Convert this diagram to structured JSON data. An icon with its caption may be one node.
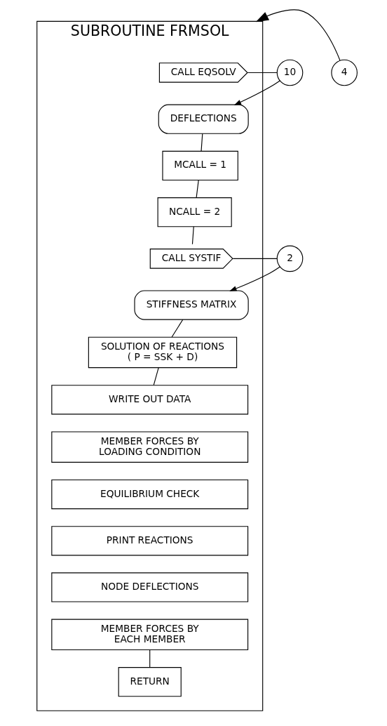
{
  "diagram": {
    "nodes": [
      {
        "text": [
          "SUBROUTINE FRMSOL"
        ]
      },
      {
        "text": [
          "4"
        ]
      },
      {
        "text": [
          "CALL EQSOLV"
        ],
        "in": 0
      },
      {
        "text": [
          "DEFLECTIONS"
        ],
        "in": 0
      },
      {
        "text": [
          "MCALL = 1"
        ],
        "in": 0
      },
      {
        "text": [
          "NCALL = 2"
        ],
        "in": 0
      },
      {
        "text": [
          "CALL SYSTIF"
        ],
        "in": 0
      },
      {
        "text": [
          "STIFFNESS MATRIX"
        ],
        "in": 0
      },
      {
        "text": [
          "SOLUTION OF REACTIONS ( P = SSK + D)"
        ],
        "in": 0
      },
      {
        "text": [
          "WRITE OUT DATA"
        ],
        "in": 0
      },
      {
        "text": [
          "MEMBER FORCES BY LOADING CONDITION"
        ],
        "in": 0
      },
      {
        "text": [
          "EQUILIBRIUM CHECK"
        ],
        "in": 0
      },
      {
        "text": [
          "PRINT REACTIONS"
        ],
        "in": 0
      },
      {
        "text": [
          "NODE DEFLECTIONS"
        ],
        "in": 0
      },
      {
        "text": [
          "MEMBER FORCES BY EACH MEMBER"
        ],
        "in": 0
      },
      {
        "text": [
          "RETURN"
        ],
        "in": 0
      },
      {
        "text": [
          "10"
        ]
      },
      {
        "text": [
          "2"
        ]
      }
    ],
    "edges": [
      {
        "from": 1,
        "to": 0,
        "arrow": "to"
      },
      {
        "from": 2,
        "to": 16,
        "arrow": "none"
      },
      {
        "from": 16,
        "to": 3,
        "arrow": "to"
      },
      {
        "from": 3,
        "to": 4,
        "arrow": "none"
      },
      {
        "from": 4,
        "to": 5,
        "arrow": "none"
      },
      {
        "from": 5,
        "to": 6,
        "arrow": "none"
      },
      {
        "from": 6,
        "to": 17,
        "arrow": "none"
      },
      {
        "from": 17,
        "to": 7,
        "arrow": "to"
      },
      {
        "from": 7,
        "to": 8,
        "arrow": "none"
      },
      {
        "from": 8,
        "to": 9,
        "arrow": "none"
      },
      {
        "from": 14,
        "to": 15,
        "arrow": "none"
      }
    ]
  }
}
